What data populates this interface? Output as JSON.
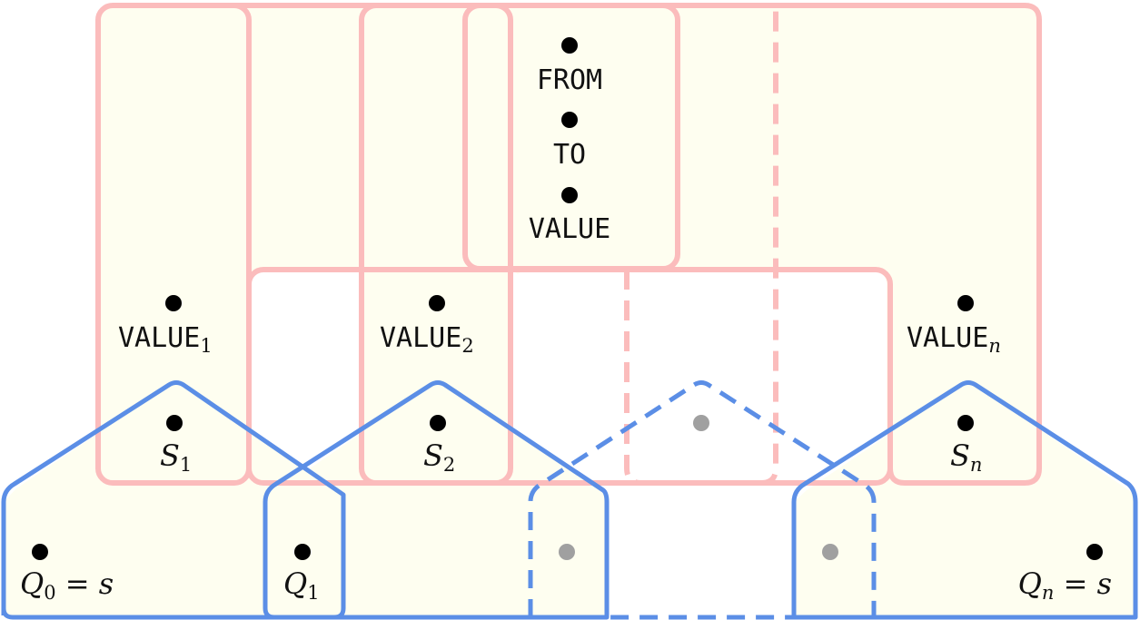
{
  "colors": {
    "fill": "#fefef0",
    "pink": "#fbbcbc",
    "blue": "#5b8ee6",
    "dot": "#000000",
    "dot_gray": "#a0a0a0"
  },
  "top": {
    "from": "FROM",
    "to": "TO",
    "value": "VALUE"
  },
  "values": {
    "v1_base": "VALUE",
    "v1_sub": "1",
    "v2_base": "VALUE",
    "v2_sub": "2",
    "vn_base": "VALUE",
    "vn_sub": "n"
  },
  "states": {
    "s1_base": "S",
    "s1_sub": "1",
    "s2_base": "S",
    "s2_sub": "2",
    "sn_base": "S",
    "sn_sub": "n"
  },
  "queries": {
    "q0_base": "Q",
    "q0_sub": "0",
    "q0_rel": " = ",
    "q0_rhs": "s",
    "q1_base": "Q",
    "q1_sub": "1",
    "qn_base": "Q",
    "qn_sub": "n",
    "qn_rel": " = ",
    "qn_rhs": "s"
  }
}
